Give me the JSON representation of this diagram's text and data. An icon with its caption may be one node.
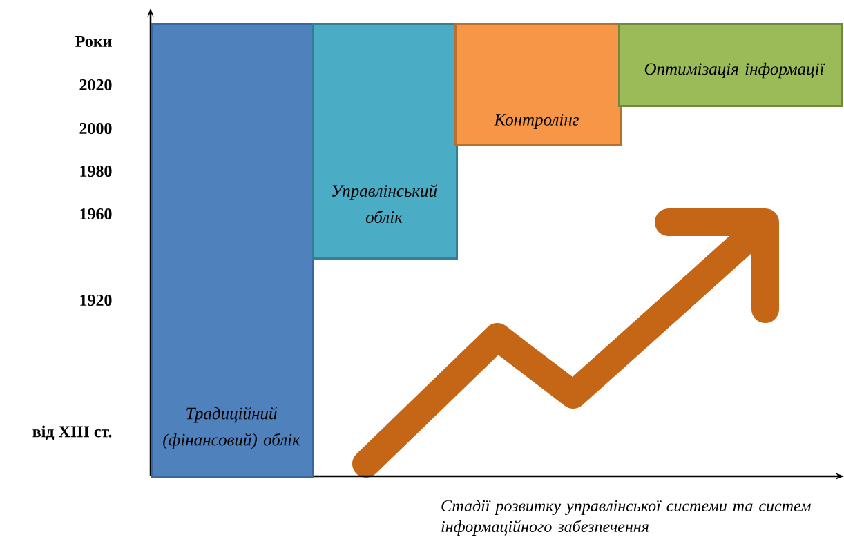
{
  "diagram": {
    "nodes": [
      {
        "text": [
          "Традиційний (фінансовий) облік"
        ]
      },
      {
        "text": [
          "Управлінський облік"
        ]
      },
      {
        "text": [
          "Контролінг"
        ]
      },
      {
        "text": [
          "Оптимізація інформації"
        ]
      }
    ],
    "labels": [
      "Роки",
      "2020",
      "2000",
      "1980",
      "1960",
      "1920",
      "від XIII ст.",
      "Стадії розвитку управлінської системи та систем інформаційного забезпечення"
    ]
  }
}
